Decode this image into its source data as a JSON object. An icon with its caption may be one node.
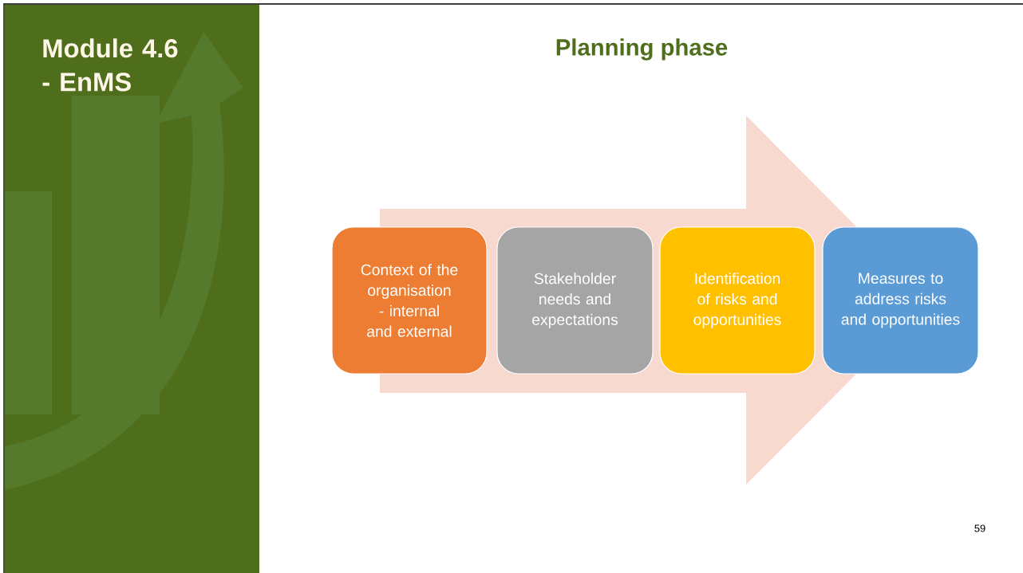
{
  "diagram": {
    "title": "Planning phase",
    "nodes": [
      {
        "text": [
          "Context of the organisation - internal and external"
        ]
      },
      {
        "text": [
          "Stakeholder needs and expectations"
        ]
      },
      {
        "text": [
          "Identification of risks and opportunities"
        ]
      },
      {
        "text": [
          "Measures to address risks and opportunities"
        ]
      }
    ],
    "edges": [
      {
        "from": 0,
        "to": 3,
        "arrow": "to"
      }
    ],
    "labels": [
      "Module 4.6 - EnMS",
      "59"
    ]
  }
}
